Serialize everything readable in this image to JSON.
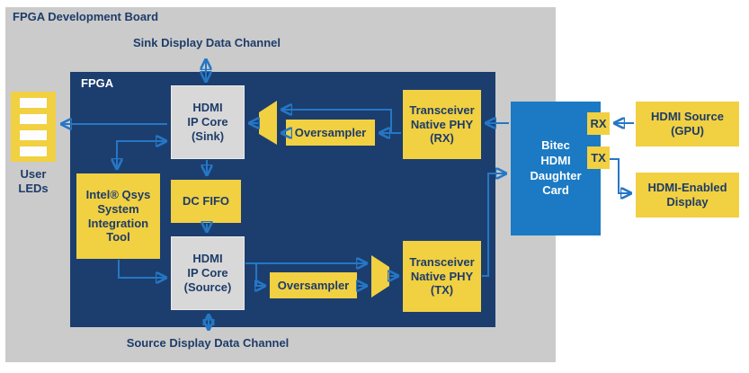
{
  "colors": {
    "board_bg": "#CBCBCB",
    "fpga_bg": "#1C3E6E",
    "block_yellow": "#F1D042",
    "block_gray": "#D8D8D8",
    "bitec_blue": "#1B7AC3",
    "arrow_blue": "#2577C5",
    "text_navy": "#1E3C69",
    "text_white": "#FFFFFF"
  },
  "board": {
    "title": "FPGA Development Board"
  },
  "channels": {
    "sink_label": "Sink Display Data Channel",
    "source_label": "Source Display Data Channel"
  },
  "fpga": {
    "label": "FPGA",
    "blocks": {
      "hdmi_sink": "HDMI\nIP Core\n(Sink)",
      "qsys": "Intel® Qsys\nSystem\nIntegration\nTool",
      "dc_fifo": "DC FIFO",
      "hdmi_source": "HDMI\nIP Core\n(Source)",
      "oversampler_rx": "Oversampler",
      "oversampler_tx": "Oversampler",
      "phy_rx": "Transceiver\nNative PHY\n(RX)",
      "phy_tx": "Transceiver\nNative PHY\n(TX)"
    }
  },
  "peripherals": {
    "user_leds": "User\nLEDs",
    "bitec_card": "Bitec\nHDMI\nDaughter\nCard",
    "rx_port": "RX",
    "tx_port": "TX",
    "hdmi_source_gpu": "HDMI Source\n(GPU)",
    "hdmi_display": "HDMI-Enabled\nDisplay"
  }
}
